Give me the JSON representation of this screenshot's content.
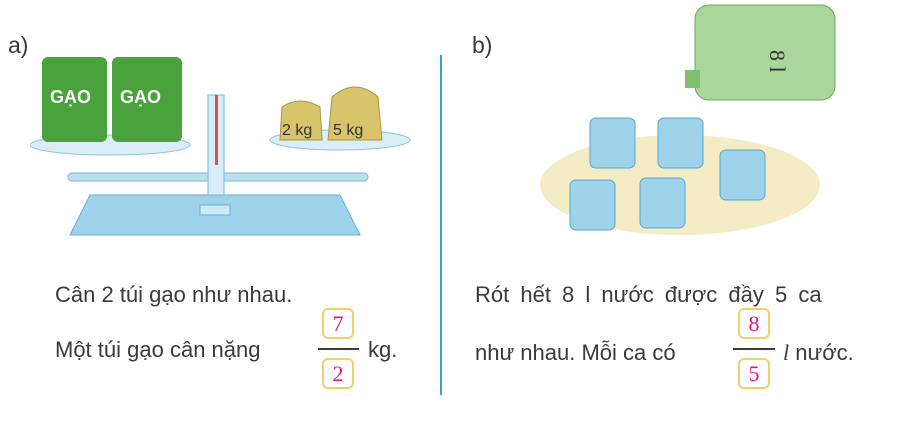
{
  "part_a": {
    "label": "a)",
    "bag_text": "GẠO",
    "weights": [
      "2 kg",
      "5 kg"
    ],
    "line1": "Cân 2 túi gạo như nhau.",
    "line2_prefix": "Một túi gạo cân nặng",
    "numerator": "7",
    "denominator": "2",
    "unit": "kg."
  },
  "part_b": {
    "label": "b)",
    "jug_text": "8 l",
    "line1": "Rót hết 8 l nước được đầy 5 ca",
    "line2_prefix": "như nhau. Mỗi ca có",
    "numerator": "8",
    "denominator": "5",
    "unit_symbol": "l",
    "unit_suffix": " nước."
  },
  "colors": {
    "answer": "#e8157e",
    "box_border": "#f7cf6a",
    "divider": "#2ea3dc"
  }
}
